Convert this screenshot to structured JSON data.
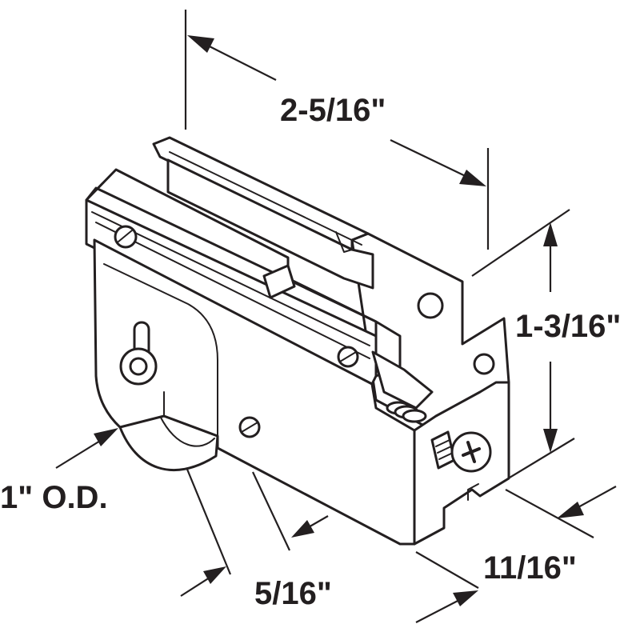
{
  "dimensions": {
    "length": "2-5/16\"",
    "height": "1-3/16\"",
    "wheel_od": "1\" O.D.",
    "wheel_width": "5/16\"",
    "depth": "11/16\""
  },
  "colors": {
    "ink": "#231f20",
    "background": "#ffffff"
  },
  "icons": {
    "adjustment_screw": "phillips-screw-icon"
  }
}
